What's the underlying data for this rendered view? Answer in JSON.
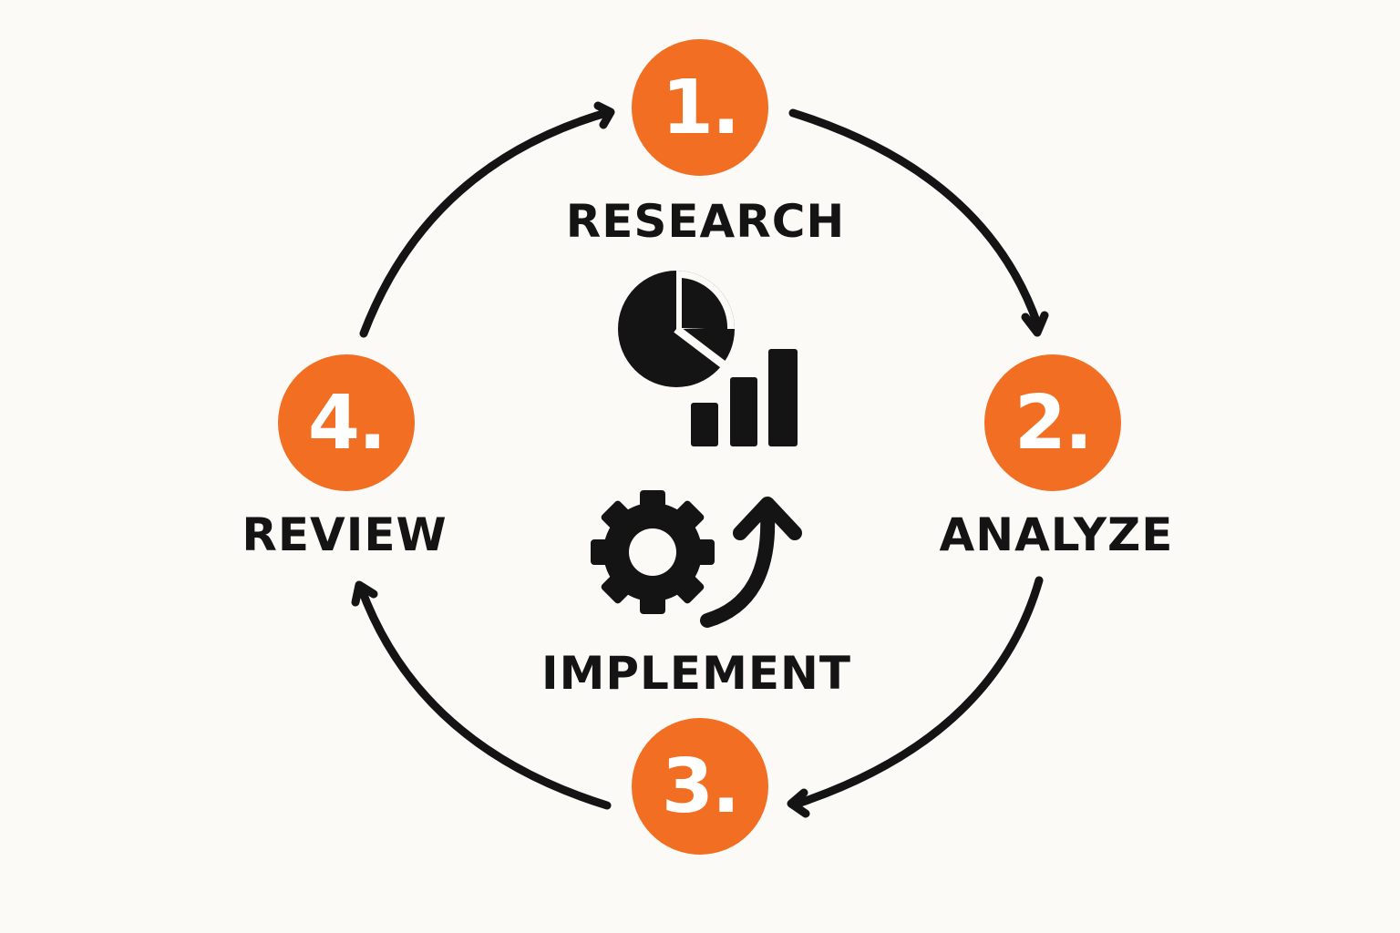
{
  "colors": {
    "accent": "#F26E22",
    "ink": "#141414",
    "background": "#FBFAF7"
  },
  "steps": [
    {
      "number": "1.",
      "label": "RESEARCH"
    },
    {
      "number": "2.",
      "label": "ANALYZE"
    },
    {
      "number": "3.",
      "label": "IMPLEMENT"
    },
    {
      "number": "4.",
      "label": "REVIEW"
    }
  ],
  "icons": {
    "center_top": "pie-and-bar-chart-icon",
    "center_bottom": "gear-with-up-arrow-icon"
  }
}
